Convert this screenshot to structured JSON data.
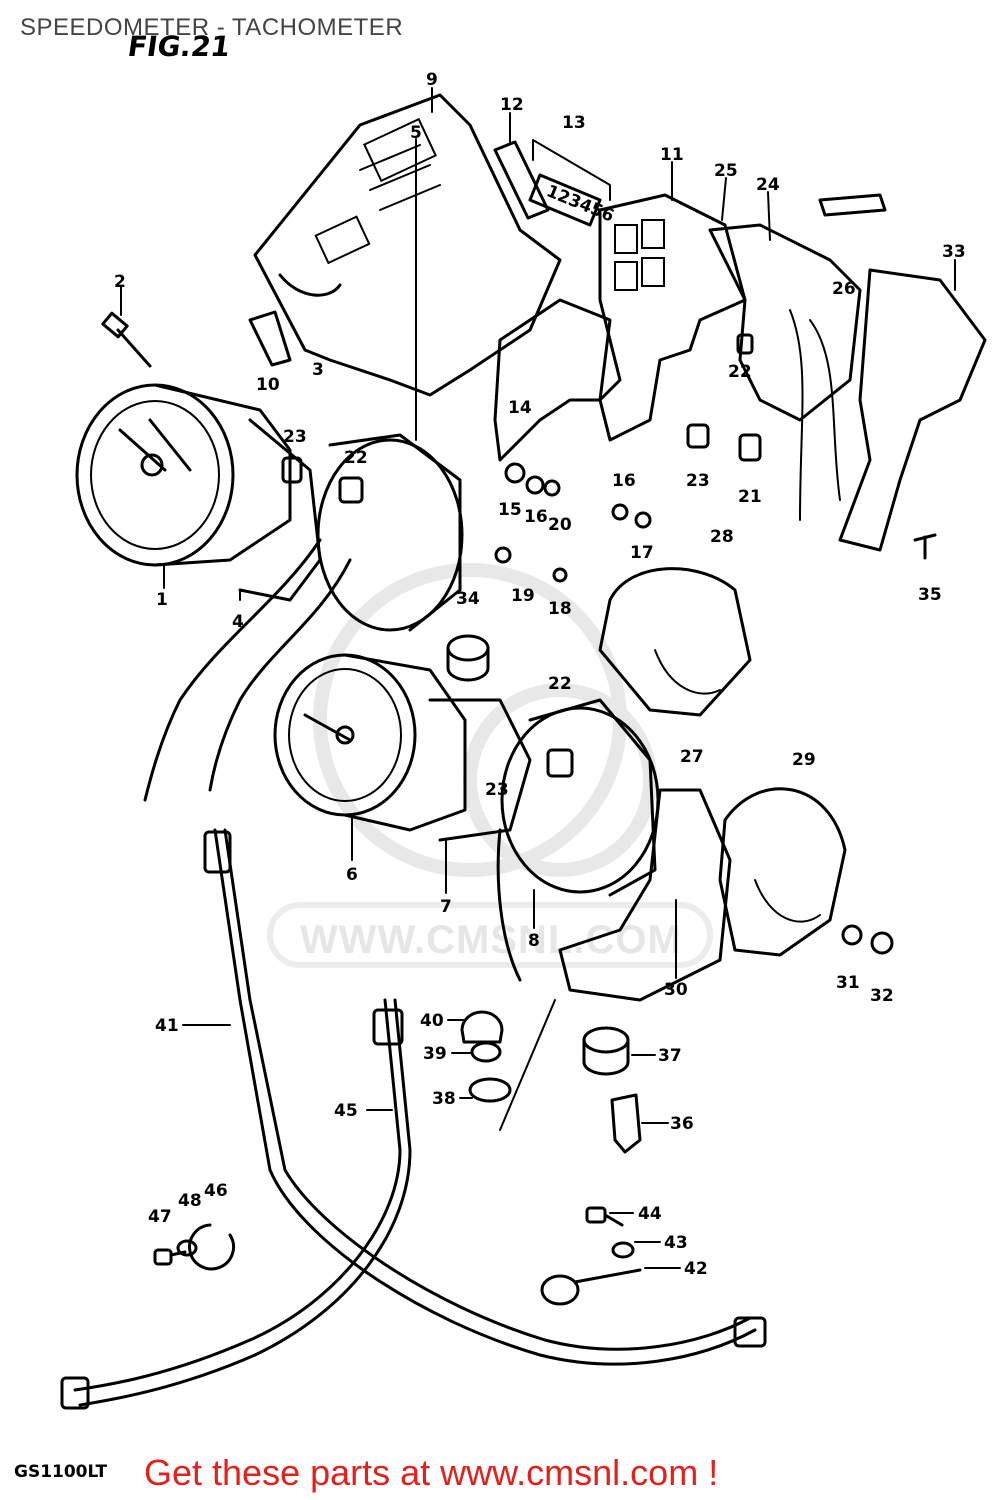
{
  "header": {
    "title": "SPEEDOMETER - TACHOMETER",
    "figure": "FIG.21"
  },
  "footer": {
    "model": "GS1100LT",
    "cta": "Get these parts at www.cmsnl.com !"
  },
  "watermark": "WWW.CMSNL.COM",
  "colors": {
    "cta": "#e3201b",
    "title": "#444444",
    "lines": "#000000"
  },
  "callouts": [
    "1",
    "2",
    "3",
    "4",
    "5",
    "6",
    "7",
    "8",
    "9",
    "10",
    "11",
    "12",
    "13",
    "14",
    "15",
    "16",
    "16",
    "17",
    "18",
    "19",
    "20",
    "21",
    "22",
    "22",
    "22",
    "23",
    "23",
    "23",
    "24",
    "25",
    "26",
    "27",
    "28",
    "29",
    "30",
    "31",
    "32",
    "33",
    "34",
    "35",
    "36",
    "37",
    "38",
    "39",
    "40",
    "41",
    "42",
    "43",
    "44",
    "45",
    "46",
    "47",
    "48"
  ],
  "display_text": "123456"
}
